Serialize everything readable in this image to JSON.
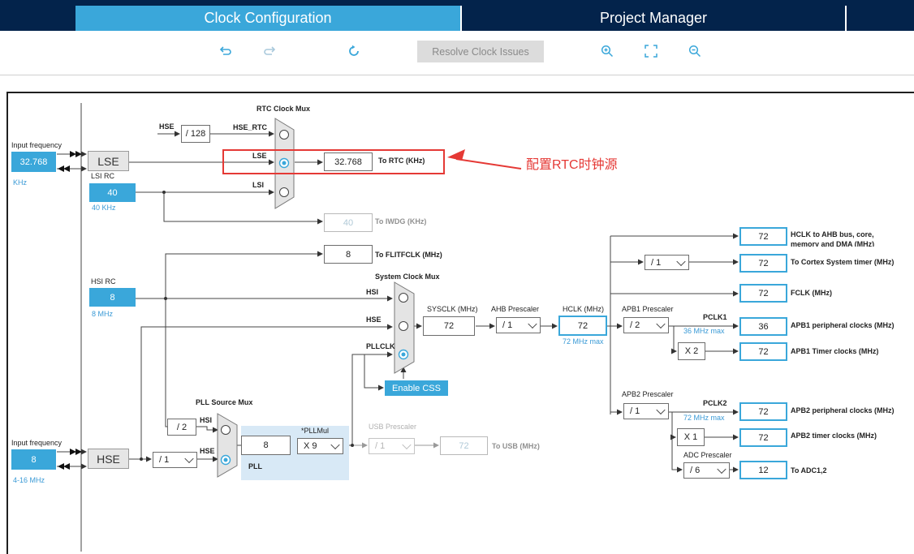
{
  "tabs": [
    {
      "label": "Clock Configuration",
      "active": true
    },
    {
      "label": "Project Manager",
      "active": false
    }
  ],
  "toolbar": {
    "undo_icon": "undo-icon",
    "redo_icon": "redo-icon",
    "refresh_icon": "refresh-icon",
    "resolve_label": "Resolve Clock Issues",
    "zoom_in_icon": "zoom-in-icon",
    "fit_icon": "fit-screen-icon",
    "zoom_out_icon": "zoom-out-icon"
  },
  "colors": {
    "accent": "#3aa7da",
    "nav": "#03234b",
    "highlight": "#e53935"
  },
  "inputs": {
    "lse": {
      "title": "Input frequency",
      "value": "32.768",
      "unit": "KHz"
    },
    "hse": {
      "title": "Input frequency",
      "value": "8",
      "unit": "4-16 MHz"
    }
  },
  "sources": {
    "lse_label": "LSE",
    "hse_label": "HSE",
    "lsi": {
      "title": "LSI RC",
      "value": "40",
      "unit": "40 KHz"
    },
    "hsi": {
      "title": "HSI RC",
      "value": "8",
      "unit": "8 MHz"
    }
  },
  "rtc": {
    "mux_title": "RTC Clock Mux",
    "hse_label": "HSE",
    "div128": "/ 128",
    "in_hse_rtc": "HSE_RTC",
    "in_lse": "LSE",
    "in_lsi": "LSI",
    "value": "32.768",
    "out_label": "To RTC (KHz)",
    "annotation": "配置RTC时钟源"
  },
  "iwdg": {
    "value": "40",
    "label": "To IWDG (KHz)"
  },
  "flitf": {
    "value": "8",
    "label": "To FLITFCLK (MHz)"
  },
  "sysmux": {
    "title": "System Clock Mux",
    "in_hsi": "HSI",
    "in_hse": "HSE",
    "in_pll": "PLLCLK",
    "css_label": "Enable CSS"
  },
  "sysclk": {
    "title": "SYSCLK (MHz)",
    "value": "72"
  },
  "ahb": {
    "title": "AHB Prescaler",
    "value": "/ 1"
  },
  "hclk": {
    "title": "HCLK (MHz)",
    "value": "72",
    "max": "72 MHz max"
  },
  "apb1": {
    "title": "APB1 Prescaler",
    "value": "/ 2",
    "pclk": "PCLK1",
    "max": "36 MHz max",
    "timer_mul": "X 2"
  },
  "apb2": {
    "title": "APB2 Prescaler",
    "value": "/ 1",
    "pclk": "PCLK2",
    "max": "72 MHz max",
    "timer_mul": "X 1"
  },
  "cortex_div": "/ 1",
  "adc": {
    "title": "ADC Prescaler",
    "value": "/ 6"
  },
  "outputs": [
    {
      "value": "72",
      "label": "HCLK to AHB bus, core,",
      "label2": "memory and DMA (MHz)"
    },
    {
      "value": "72",
      "label": "To Cortex System timer (MHz)"
    },
    {
      "value": "72",
      "label": "FCLK (MHz)"
    },
    {
      "value": "36",
      "label": "APB1 peripheral clocks (MHz)"
    },
    {
      "value": "72",
      "label": "APB1 Timer clocks (MHz)"
    },
    {
      "value": "72",
      "label": "APB2 peripheral clocks (MHz)"
    },
    {
      "value": "72",
      "label": "APB2 timer clocks (MHz)"
    },
    {
      "value": "12",
      "label": "To ADC1,2"
    }
  ],
  "pll": {
    "mux_title": "PLL Source Mux",
    "in_hsi": "HSI",
    "in_hse": "HSE",
    "hsi_div": "/ 2",
    "hse_div": "/ 1",
    "value": "8",
    "mul_title": "*PLLMul",
    "mul": "X 9",
    "label": "PLL"
  },
  "usb": {
    "title": "USB Prescaler",
    "div": "/ 1",
    "value": "72",
    "label": "To USB (MHz)"
  }
}
